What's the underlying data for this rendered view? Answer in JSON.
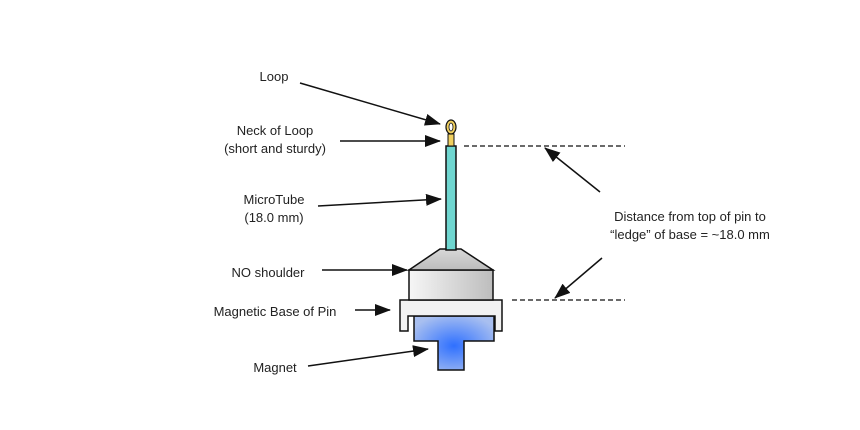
{
  "diagram": {
    "labels": {
      "loop": "Loop",
      "neck_line1": "Neck of Loop",
      "neck_line2": "(short and sturdy)",
      "microtube_line1": "MicroTube",
      "microtube_line2": "(18.0 mm)",
      "shoulder": "NO shoulder",
      "base": "Magnetic Base of Pin",
      "magnet": "Magnet",
      "distance_line1": "Distance from top of pin to",
      "distance_line2": "“ledge” of base = ~18.0 mm"
    },
    "colors": {
      "loop": "#f0d060",
      "tube": "#6fd6d0",
      "metal_light": "#f4f4f4",
      "metal_dark": "#bdbdbd",
      "magnet_center": "#3a7bff",
      "magnet_edge": "#9db8f0",
      "stroke": "#111111"
    }
  }
}
